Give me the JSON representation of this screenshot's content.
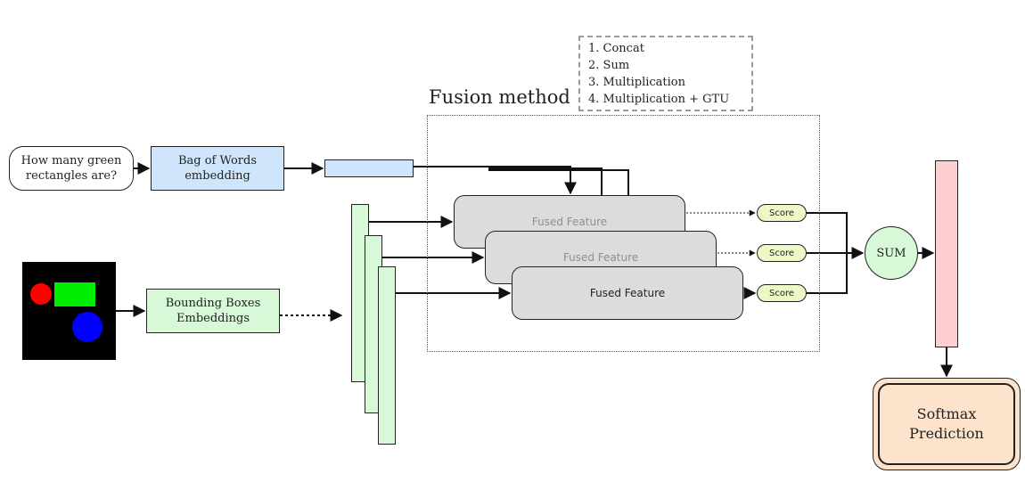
{
  "question": {
    "text": "How many green rectangles are?"
  },
  "bow": {
    "label": "Bag of Words embedding"
  },
  "bbox": {
    "label": "Bounding Boxes Embeddings"
  },
  "fusion": {
    "title": "Fusion method",
    "methods": [
      "1. Concat",
      "2. Sum",
      "3. Multiplication",
      "4. Multiplication + GTU"
    ]
  },
  "fused_features": [
    "Fused Feature",
    "Fused Feature",
    "Fused Feature"
  ],
  "scores": [
    "Score",
    "Score",
    "Score"
  ],
  "sum": {
    "label": "SUM"
  },
  "softmax": {
    "label": "Softmax Prediction"
  },
  "colors": {
    "bow_blue": "#cfe5fb",
    "embed_green": "#d7f9d8",
    "fused_gray": "#dcdcdc",
    "score_yellow": "#ecf8c6",
    "output_pink": "#fdcfcf",
    "softmax_peach": "#fde3cc",
    "shape_red": "#ff0000",
    "shape_green": "#00ee00",
    "shape_blue": "#0000ff"
  },
  "icons": [
    "red-circle-shape",
    "green-rectangle-shape",
    "blue-circle-shape"
  ]
}
